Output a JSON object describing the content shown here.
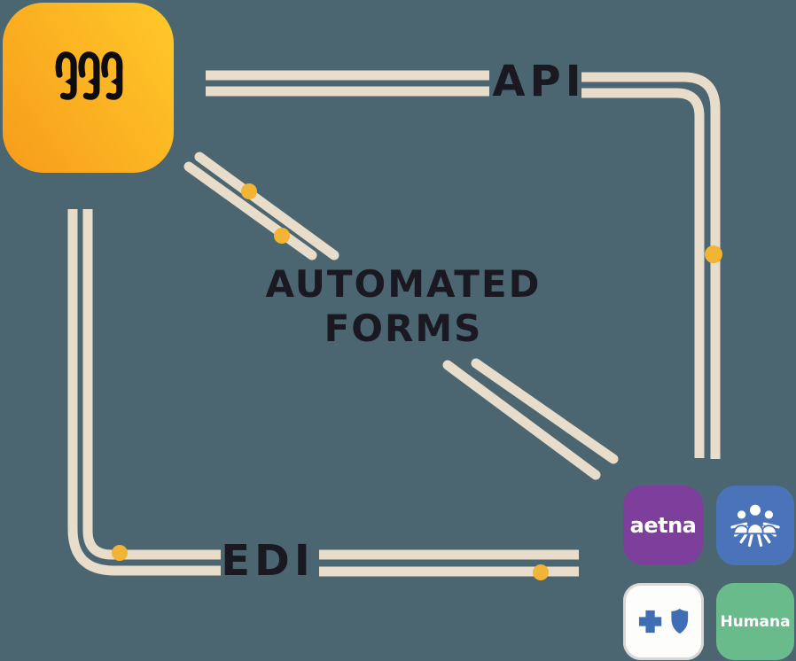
{
  "colors": {
    "bg": "#4C6671",
    "line": "#E8DCCA",
    "dot": "#F2B434",
    "label": "#1A1922",
    "mark": "#0C0C11",
    "tile_grad_a": "#F79C1B",
    "tile_grad_b": "#FFC929",
    "aetna_bg": "#7D3F9B",
    "kaiser_bg": "#4B73BA",
    "bcbs_bg": "#FDFDFC",
    "bcbs_border": "#D8D8D6",
    "humana_bg": "#69BB8B",
    "payer_blue": "#3F6EB5",
    "payer_text": "#FFFFFF"
  },
  "brand": {
    "icon": "triple-squiggle-logo-icon"
  },
  "connections": {
    "api": {
      "label": "API"
    },
    "automated_forms": {
      "label_line1": "AUTOMATED",
      "label_line2": "FORMS"
    },
    "edi": {
      "label": "EDI"
    }
  },
  "payers": {
    "aetna": {
      "label": "aetna"
    },
    "kaiser": {
      "icon": "kaiser-permanente-logo-icon"
    },
    "bcbs": {
      "icon": "blue-cross-blue-shield-logo-icon"
    },
    "humana": {
      "label": "Humana"
    }
  }
}
